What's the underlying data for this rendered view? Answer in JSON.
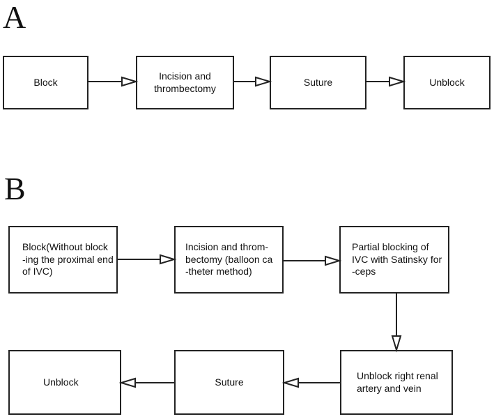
{
  "panel_a": {
    "letter": "A",
    "steps": [
      "Block",
      "Incision and\nthrombectomy",
      "Suture",
      "Unblock"
    ]
  },
  "panel_b": {
    "letter": "B",
    "steps": [
      "Block(Without block\n-ing the  proximal end\nof IVC)",
      "Incision and throm-\nbectomy (balloon ca\n-theter method)",
      "Partial blocking of\nIVC with Satinsky for\n-ceps",
      "Unblock right renal\nartery and vein",
      "Suture",
      "Unblock"
    ]
  }
}
